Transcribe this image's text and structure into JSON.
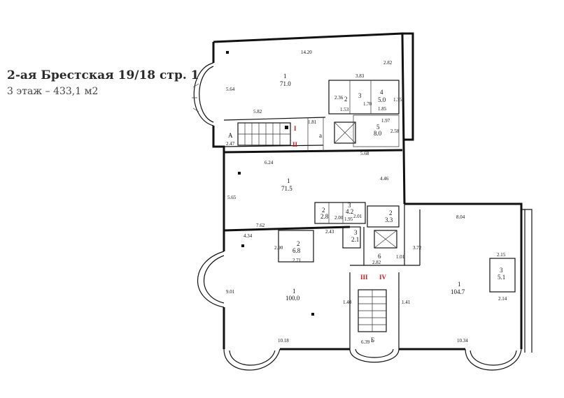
{
  "header": {
    "title": "2-ая Брестская 19/18 стр. 1",
    "subtitle": "3 этаж – 433,1 м2"
  },
  "colors": {
    "accent_red": "#d01818",
    "wall": "#111111"
  },
  "plan": {
    "rooms": [
      {
        "num": "1",
        "area": "71.0"
      },
      {
        "num": "1",
        "area": "71.5"
      },
      {
        "num": "1",
        "area": "100.0"
      },
      {
        "num": "1",
        "area": "104.7"
      },
      {
        "num": "2",
        "area": ""
      },
      {
        "num": "3",
        "area": ""
      },
      {
        "num": "4",
        "area": "5.0"
      },
      {
        "num": "5",
        "area": "8.0"
      },
      {
        "num": "2",
        "area": "2.8"
      },
      {
        "num": "3",
        "area": "4.2"
      },
      {
        "num": "2",
        "area": "3.3"
      },
      {
        "num": "3",
        "area": "2.1"
      },
      {
        "num": "2",
        "area": "6.8"
      },
      {
        "num": "6",
        "area": ""
      },
      {
        "num": "3",
        "area": "5.1"
      }
    ],
    "dimensions": [
      "14.20",
      "3.83",
      "2.82",
      "5.64",
      "5.82",
      "1.81",
      "1.97",
      "2.58",
      "1.53",
      "2.36",
      "1.70",
      "1.85",
      "1.35",
      "2.47",
      "6.24",
      "5.68",
      "4.46",
      "5.65",
      "7.62",
      "4.34",
      "2.43",
      "2.00",
      "1.95",
      "2.01",
      "2.90",
      "2.71",
      "8.04",
      "3.72",
      "2.82",
      "1.01",
      "2.15",
      "2.14",
      "9.01",
      "1.40",
      "1.41",
      "10.18",
      "10.34",
      "6.39"
    ],
    "markers": {
      "stair_a": "А",
      "stair_b": "Б",
      "roman_1": "I",
      "roman_2": "II",
      "roman_3": "III",
      "roman_4": "IV",
      "room_a": "а"
    }
  }
}
